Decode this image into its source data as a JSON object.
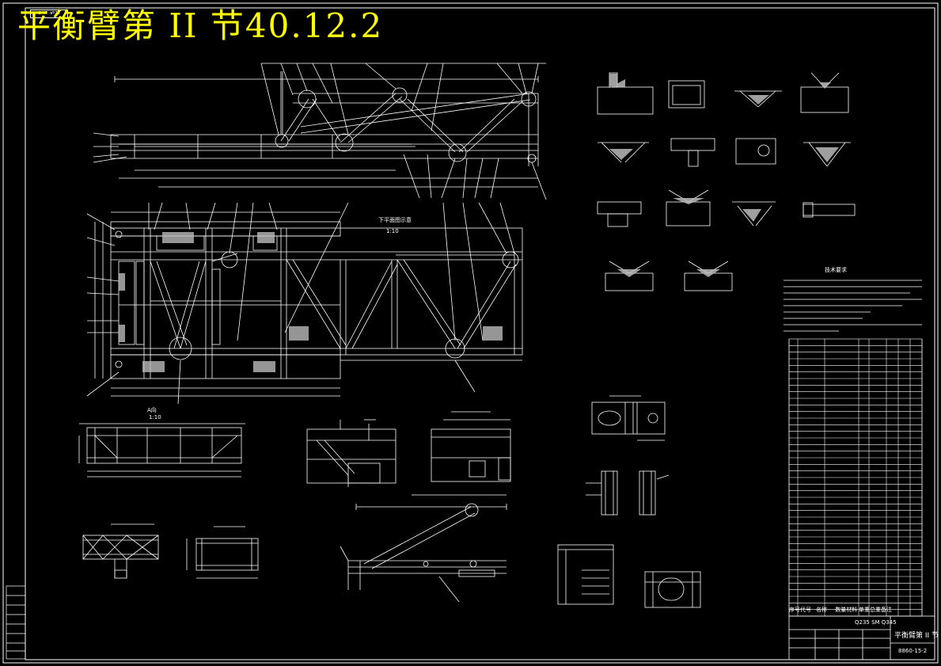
{
  "drawing": {
    "title": "平衡臂第 II 节40.12.2",
    "stamp": "S-VT-WYZB",
    "view_labels": {
      "plan_view": "下平面图示意",
      "plan_scale": "1:10",
      "side_view": "A向",
      "side_scale": "1:10"
    },
    "tech_requirements_title": "技术要求",
    "colors": {
      "background": "#000000",
      "linework": "#ffffff",
      "title": "#ffff00",
      "weld_fill": "#bbbbbb"
    }
  },
  "title_block": {
    "material": "Q235 SM Q345",
    "part_name": "平衡臂第 II 节",
    "drawing_number": "8860-15-2",
    "bom_header": [
      "序号",
      "代号",
      "名称",
      "数量",
      "材料",
      "单重",
      "总重",
      "备注"
    ]
  }
}
